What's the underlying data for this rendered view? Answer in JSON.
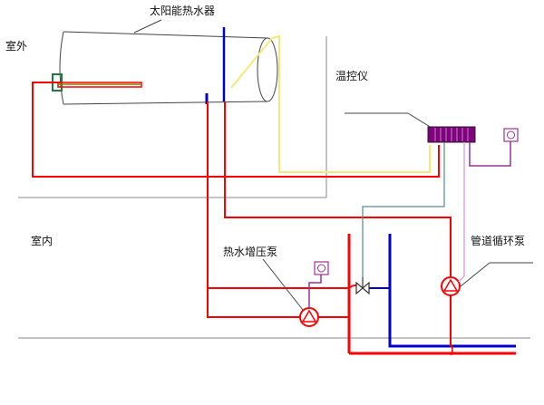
{
  "labels": {
    "heater": "太阳能热水器",
    "outdoor": "室外",
    "indoor": "室内",
    "controller": "温控仪",
    "booster_pump": "热水增压泵",
    "circulation_pump": "管道循环泵"
  },
  "colors": {
    "hot_water": "#ff0000",
    "cold_water": "#0000cc",
    "sensor_wire": "#f5e87a",
    "control_wire": "#e3a3e3",
    "control_wire_dark": "#993399",
    "signal_wire": "#5b8a8a",
    "controller_box": "#800080",
    "structure": "#888888",
    "green_fitting": "#1a7f3b",
    "olive_fitting": "#808000"
  }
}
